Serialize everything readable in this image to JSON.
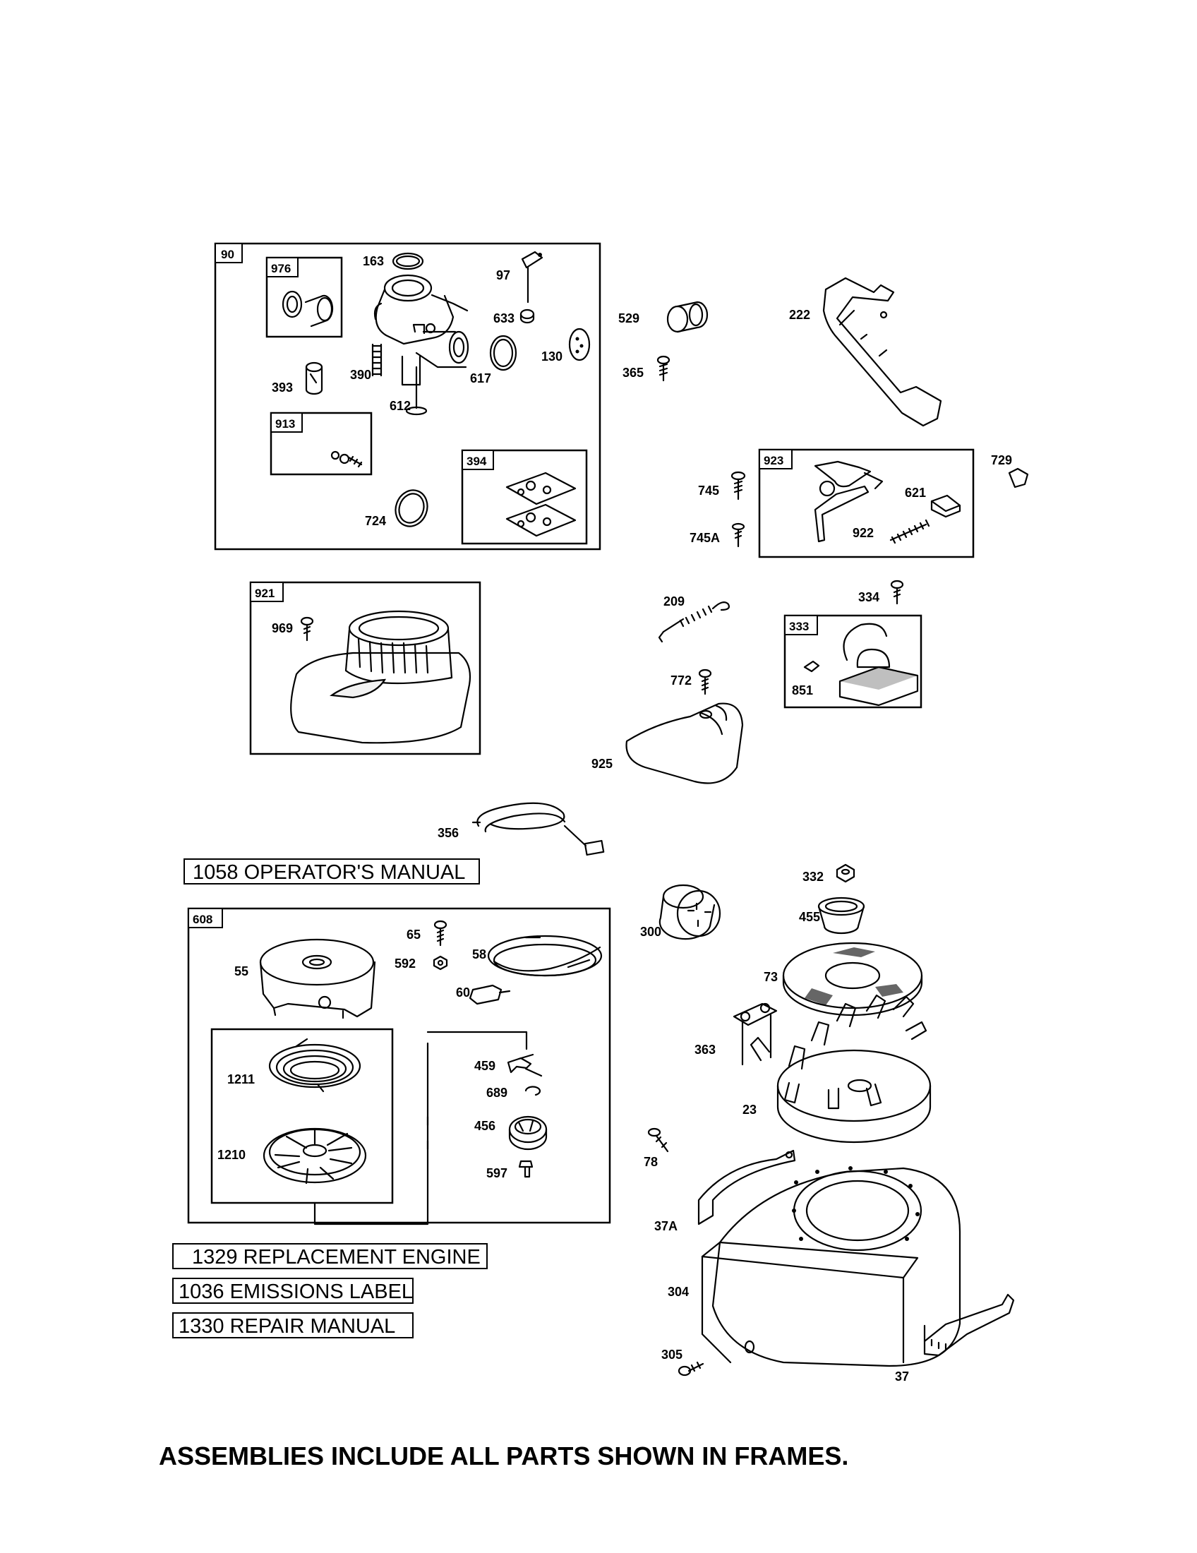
{
  "frames": [
    {
      "id": "90"
    },
    {
      "id": "976"
    },
    {
      "id": "913"
    },
    {
      "id": "394"
    },
    {
      "id": "923"
    },
    {
      "id": "921"
    },
    {
      "id": "333"
    },
    {
      "id": "608"
    }
  ],
  "callouts": [
    "163",
    "97",
    "633",
    "130",
    "617",
    "612",
    "390",
    "393",
    "724",
    "529",
    "365",
    "222",
    "745",
    "745A",
    "621",
    "922",
    "729",
    "969",
    "209",
    "334",
    "851",
    "772",
    "925",
    "356",
    "65",
    "592",
    "58",
    "55",
    "60",
    "1211",
    "1210",
    "459",
    "689",
    "456",
    "597",
    "300",
    "332",
    "455",
    "73",
    "363",
    "23",
    "78",
    "37A",
    "304",
    "305",
    "37"
  ],
  "reference_items": [
    "1058 OPERATOR'S MANUAL",
    "1329 REPLACEMENT ENGINE",
    "1036 EMISSIONS LABEL",
    "1330 REPAIR MANUAL"
  ],
  "footer_note": "ASSEMBLIES INCLUDE ALL PARTS SHOWN IN FRAMES."
}
